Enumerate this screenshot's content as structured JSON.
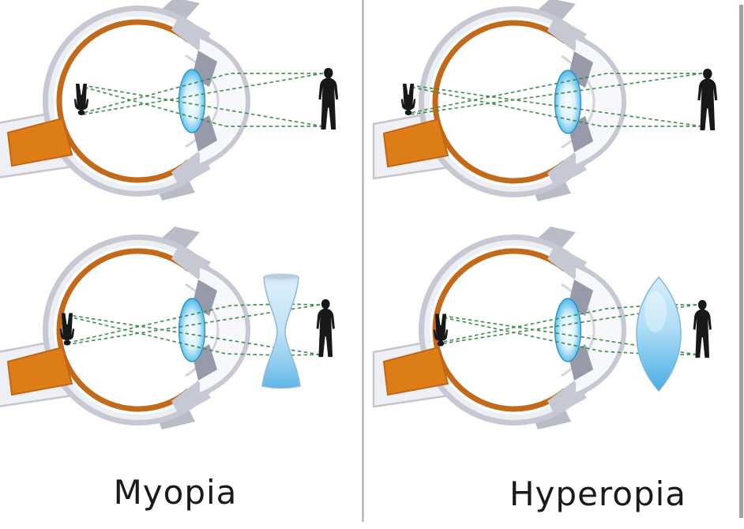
{
  "figure": {
    "type": "educational-diagram",
    "subject": "Refractive errors of the human eye: light-ray focus without and with corrective lenses"
  },
  "labels": {
    "left_caption": "Myopia",
    "right_caption": "Hyperopia"
  },
  "panels": [
    {
      "id": "myopia-uncorrected",
      "row": "top",
      "column": "left",
      "condition": "Myopia",
      "corrective_lens": "none",
      "ray_focus": "in front of retina"
    },
    {
      "id": "hyperopia-uncorrected",
      "row": "top",
      "column": "right",
      "condition": "Hyperopia",
      "corrective_lens": "none",
      "ray_focus": "behind retina"
    },
    {
      "id": "myopia-corrected",
      "row": "bottom",
      "column": "left",
      "condition": "Myopia",
      "corrective_lens": "concave (diverging)",
      "ray_focus": "on retina"
    },
    {
      "id": "hyperopia-corrected",
      "row": "bottom",
      "column": "right",
      "condition": "Hyperopia",
      "corrective_lens": "convex (converging)",
      "ray_focus": "on retina"
    }
  ],
  "icons": {
    "object_figure": "person-silhouette",
    "image_figure": "inverted-person-silhouette",
    "eye": "eye-cross-section",
    "concave_lens": "diverging-lens",
    "convex_lens": "converging-lens"
  },
  "colors": {
    "background": "#ffffff",
    "sclera_gray": "#c6c8d4",
    "sclera_light": "#edeff3",
    "retina_orange": "#c2691a",
    "optic_nerve_orange": "#dd7d18",
    "crystalline_lens_blue": "#1d9bd4",
    "corrective_lens_blue": "#5db6e7",
    "ray_green": "#3e8a4b",
    "silhouette_black": "#17181a",
    "divider_gray": "#a6a7b1",
    "caption_text": "#1a1a1a"
  }
}
